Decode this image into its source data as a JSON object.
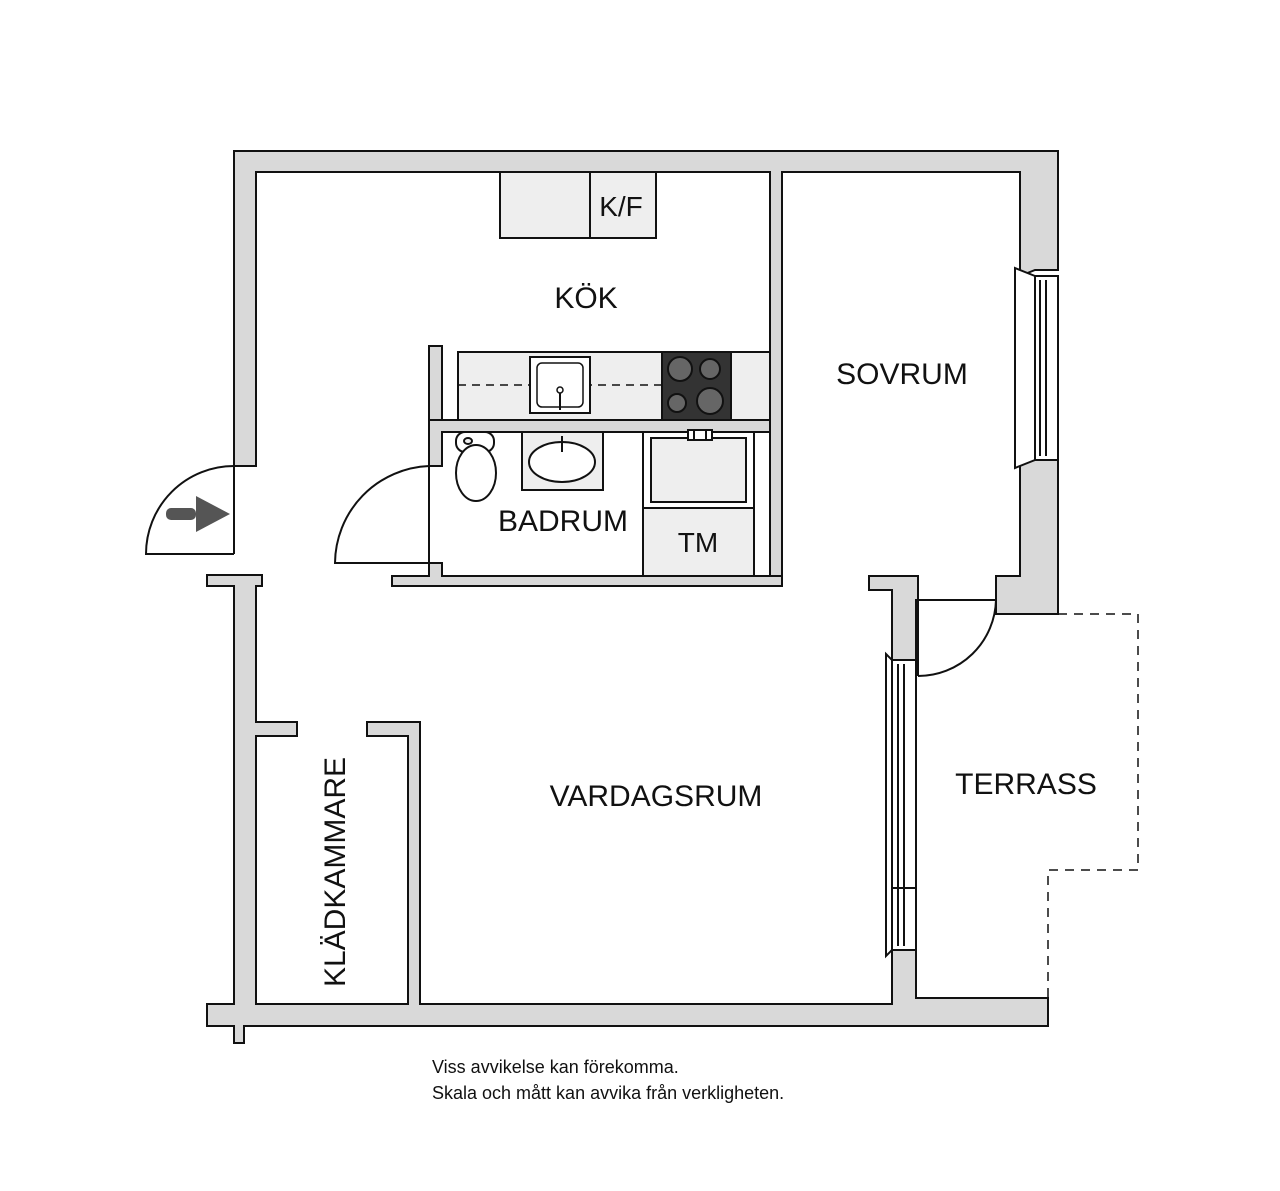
{
  "rooms": {
    "kok": "KÖK",
    "sovrum": "SOVRUM",
    "badrum": "BADRUM",
    "vardagsrum": "VARDAGSRUM",
    "terrass": "TERRASS",
    "kladkammare": "KLÄDKAMMARE"
  },
  "fixtures": {
    "kf": "K/F",
    "tm": "TM"
  },
  "disclaimer": {
    "line1": "Viss avvikelse kan förekomma.",
    "line2": "Skala och mått kan avvika från verkligheten."
  },
  "colors": {
    "wall": "#d9d9d9",
    "line": "#111111",
    "counter": "#eeeeee",
    "arrow": "#555555"
  }
}
